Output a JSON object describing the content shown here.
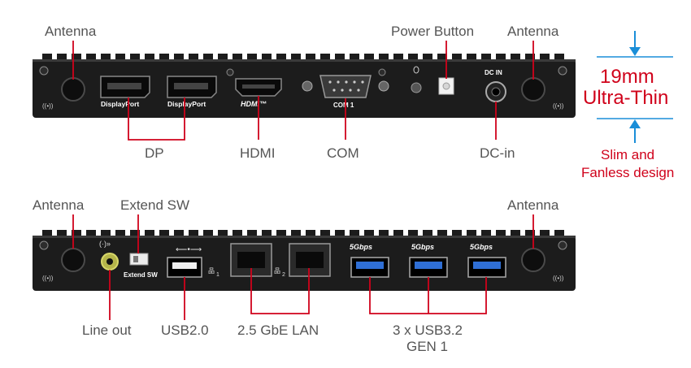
{
  "top_panel": {
    "labels": {
      "antenna_left": "Antenna",
      "power_button": "Power Button",
      "antenna_right": "Antenna",
      "dp": "DP",
      "hdmi": "HDMI",
      "com": "COM",
      "dc_in": "DC-in"
    },
    "port_text": {
      "displayport_1": "DisplayPort",
      "displayport_2": "DisplayPort",
      "hdmi_logo": "HDMI™",
      "com1": "COM 1",
      "dc_in": "DC IN"
    }
  },
  "thickness": {
    "value": "19mm",
    "title": "Ultra-Thin",
    "subtitle_line1": "Slim and",
    "subtitle_line2": "Fanless design"
  },
  "bottom_panel": {
    "labels": {
      "antenna_left": "Antenna",
      "extend_sw": "Extend SW",
      "antenna_right": "Antenna",
      "line_out": "Line out",
      "usb20": "USB2.0",
      "lan": "2.5 GbE LAN",
      "usb32_line1": "3 x USB3.2",
      "usb32_line2": "GEN 1"
    },
    "port_text": {
      "extend_sw": "Extend SW",
      "usb_speed_1": "5Gbps",
      "usb_speed_2": "5Gbps",
      "usb_speed_3": "5Gbps",
      "lan_1": "1",
      "lan_2": "2"
    }
  },
  "colors": {
    "panel": "#1c1c1c",
    "callout_line": "#d0021b",
    "accent_blue": "#1a8ed8",
    "usb3_blue": "#2f6fd6",
    "label_gray": "#555555"
  }
}
